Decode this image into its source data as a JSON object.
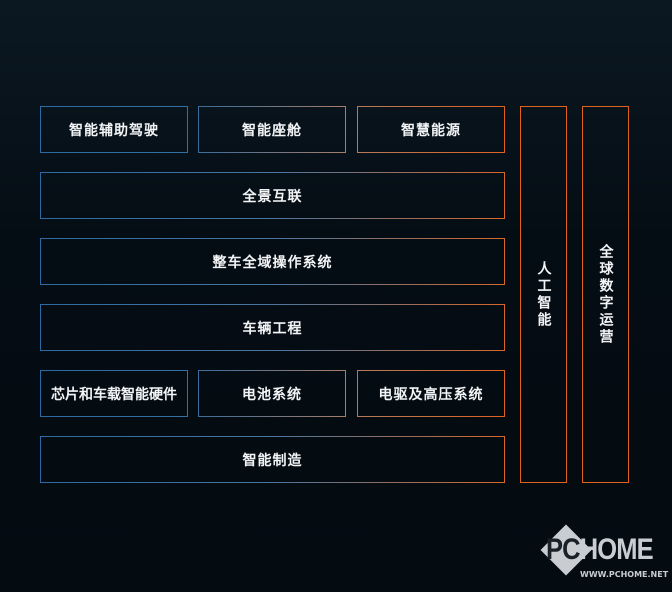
{
  "diagram": {
    "top_row": [
      "智能辅助驾驶",
      "智能座舱",
      "智慧能源"
    ],
    "full_rows": [
      "全景互联",
      "整车全域操作系统",
      "车辆工程"
    ],
    "hardware_row": [
      "芯片和车载智能硬件",
      "电池系统",
      "电驱及高压系统"
    ],
    "bottom_row": "智能制造",
    "vertical": [
      "人工智能",
      "全球数字运营"
    ]
  },
  "watermark": {
    "logo_pc": "PC",
    "logo_home": "HOME",
    "url": "WWW.PCHOME.NET"
  },
  "colors": {
    "blue": "#2f6fa8",
    "orange": "#e0621f",
    "background": "#050d14"
  }
}
